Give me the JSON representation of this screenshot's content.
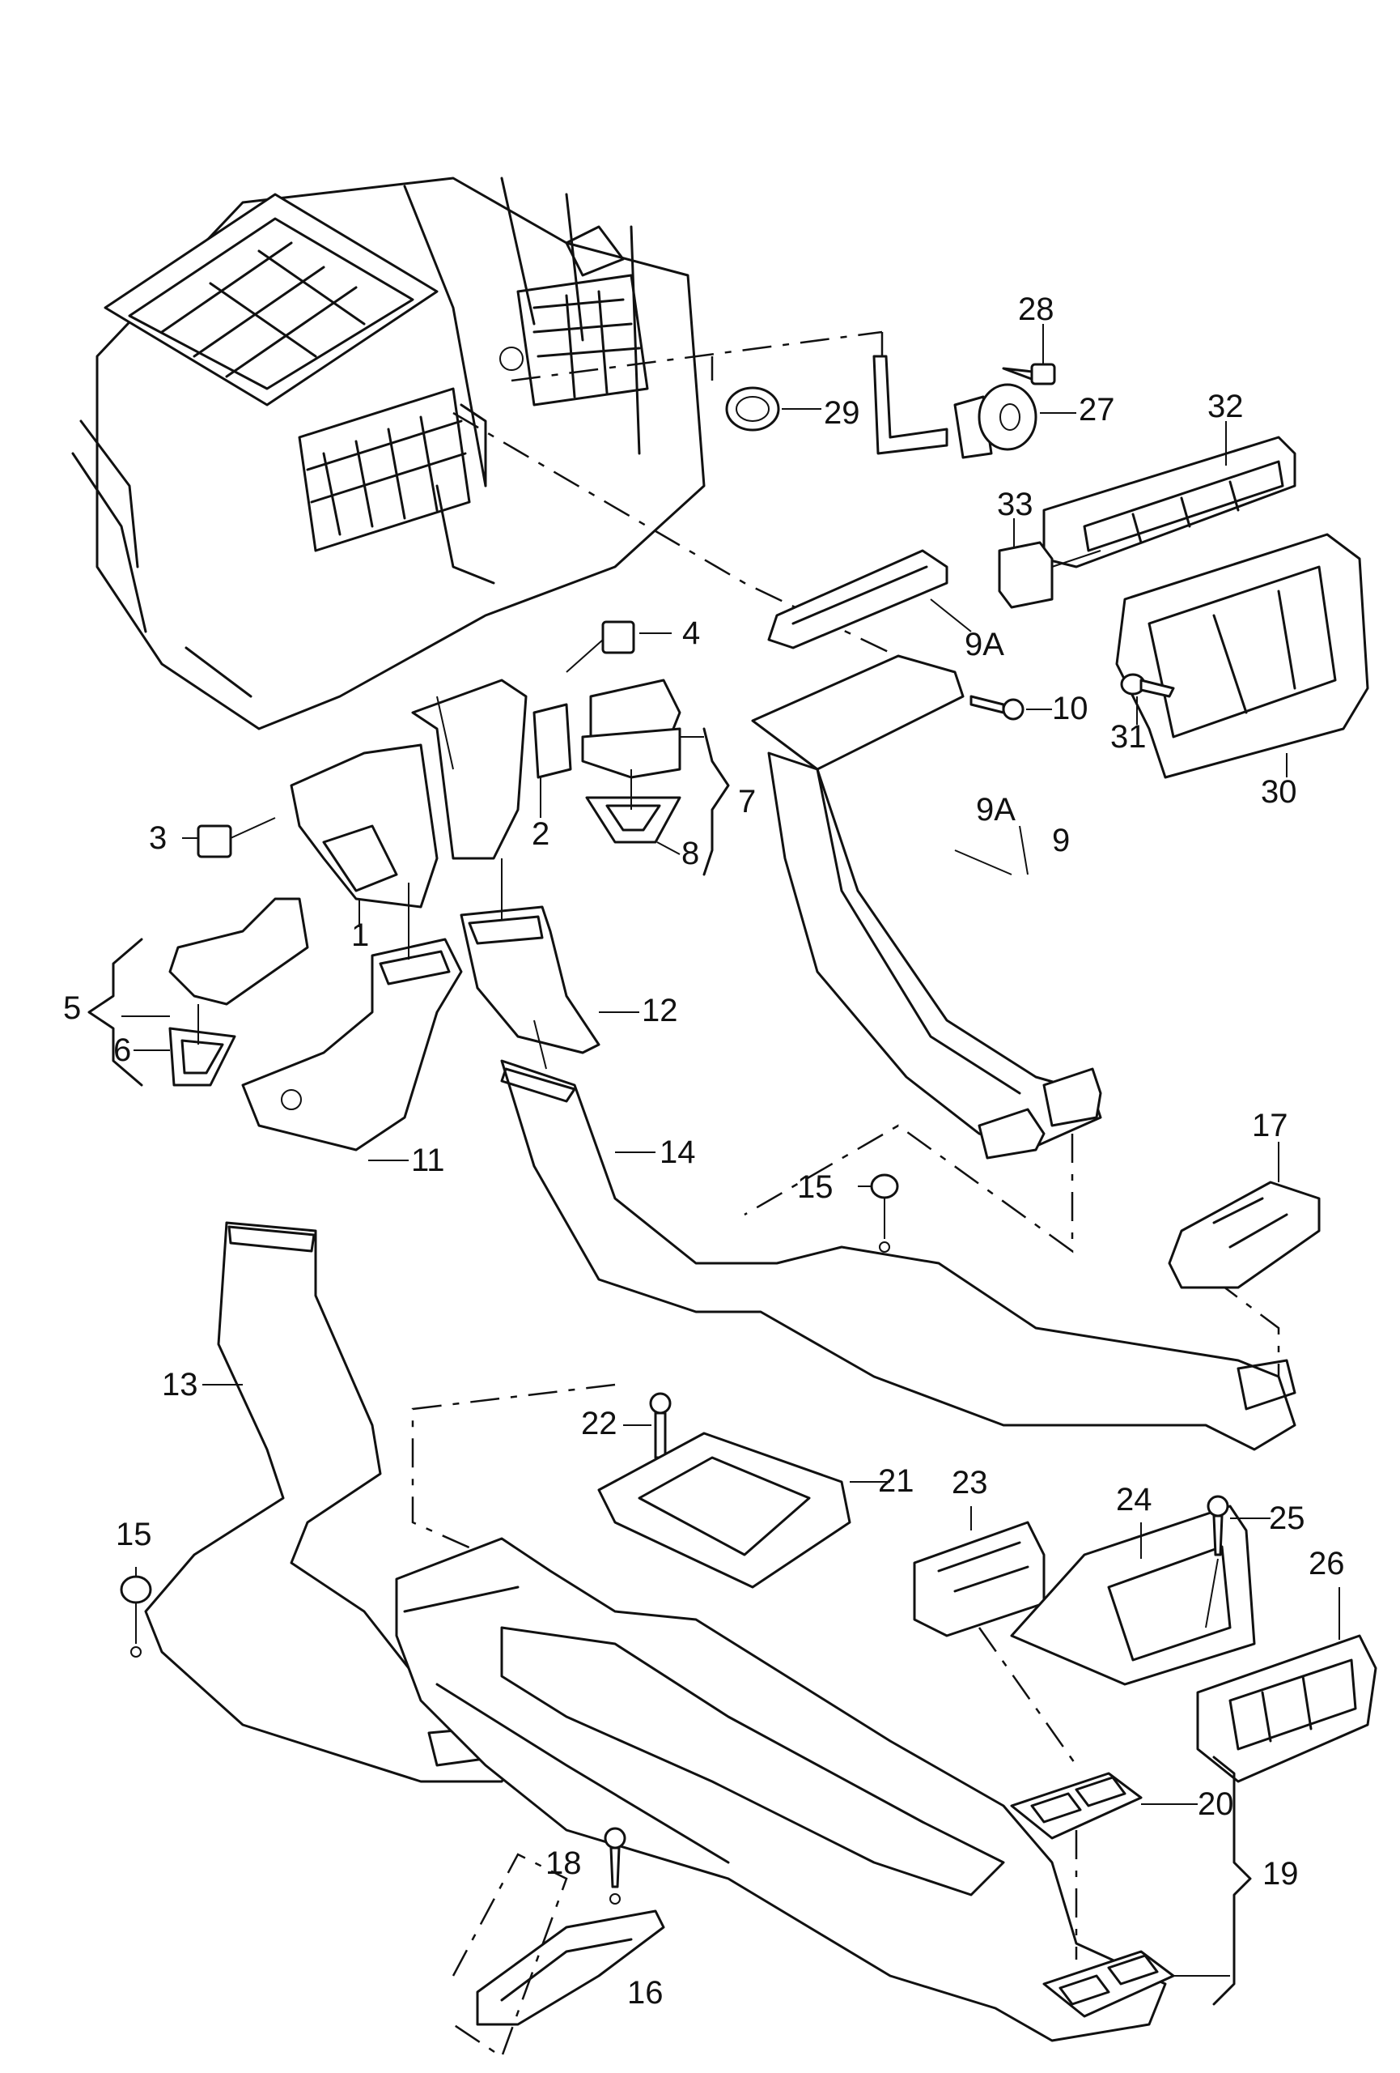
{
  "diagram": {
    "type": "exploded-parts-diagram",
    "subject": "HVAC heater box and air distribution ducts",
    "callouts": [
      {
        "id": "c1",
        "label": "1"
      },
      {
        "id": "c2",
        "label": "2"
      },
      {
        "id": "c3",
        "label": "3"
      },
      {
        "id": "c4",
        "label": "4"
      },
      {
        "id": "c5",
        "label": "5"
      },
      {
        "id": "c6",
        "label": "6"
      },
      {
        "id": "c7",
        "label": "7"
      },
      {
        "id": "c8",
        "label": "8"
      },
      {
        "id": "c9",
        "label": "9"
      },
      {
        "id": "c9a_top",
        "label": "9A"
      },
      {
        "id": "c9a_mid",
        "label": "9A"
      },
      {
        "id": "c10",
        "label": "10"
      },
      {
        "id": "c11",
        "label": "11"
      },
      {
        "id": "c12",
        "label": "12"
      },
      {
        "id": "c13",
        "label": "13"
      },
      {
        "id": "c14",
        "label": "14"
      },
      {
        "id": "c15_mid",
        "label": "15"
      },
      {
        "id": "c15_left",
        "label": "15"
      },
      {
        "id": "c16",
        "label": "16"
      },
      {
        "id": "c17",
        "label": "17"
      },
      {
        "id": "c18",
        "label": "18"
      },
      {
        "id": "c19",
        "label": "19"
      },
      {
        "id": "c20",
        "label": "20"
      },
      {
        "id": "c21",
        "label": "21"
      },
      {
        "id": "c22",
        "label": "22"
      },
      {
        "id": "c23",
        "label": "23"
      },
      {
        "id": "c24",
        "label": "24"
      },
      {
        "id": "c25",
        "label": "25"
      },
      {
        "id": "c26",
        "label": "26"
      },
      {
        "id": "c27",
        "label": "27"
      },
      {
        "id": "c28",
        "label": "28"
      },
      {
        "id": "c29",
        "label": "29"
      },
      {
        "id": "c30",
        "label": "30"
      },
      {
        "id": "c31",
        "label": "31"
      },
      {
        "id": "c32",
        "label": "32"
      },
      {
        "id": "c33",
        "label": "33"
      }
    ]
  }
}
